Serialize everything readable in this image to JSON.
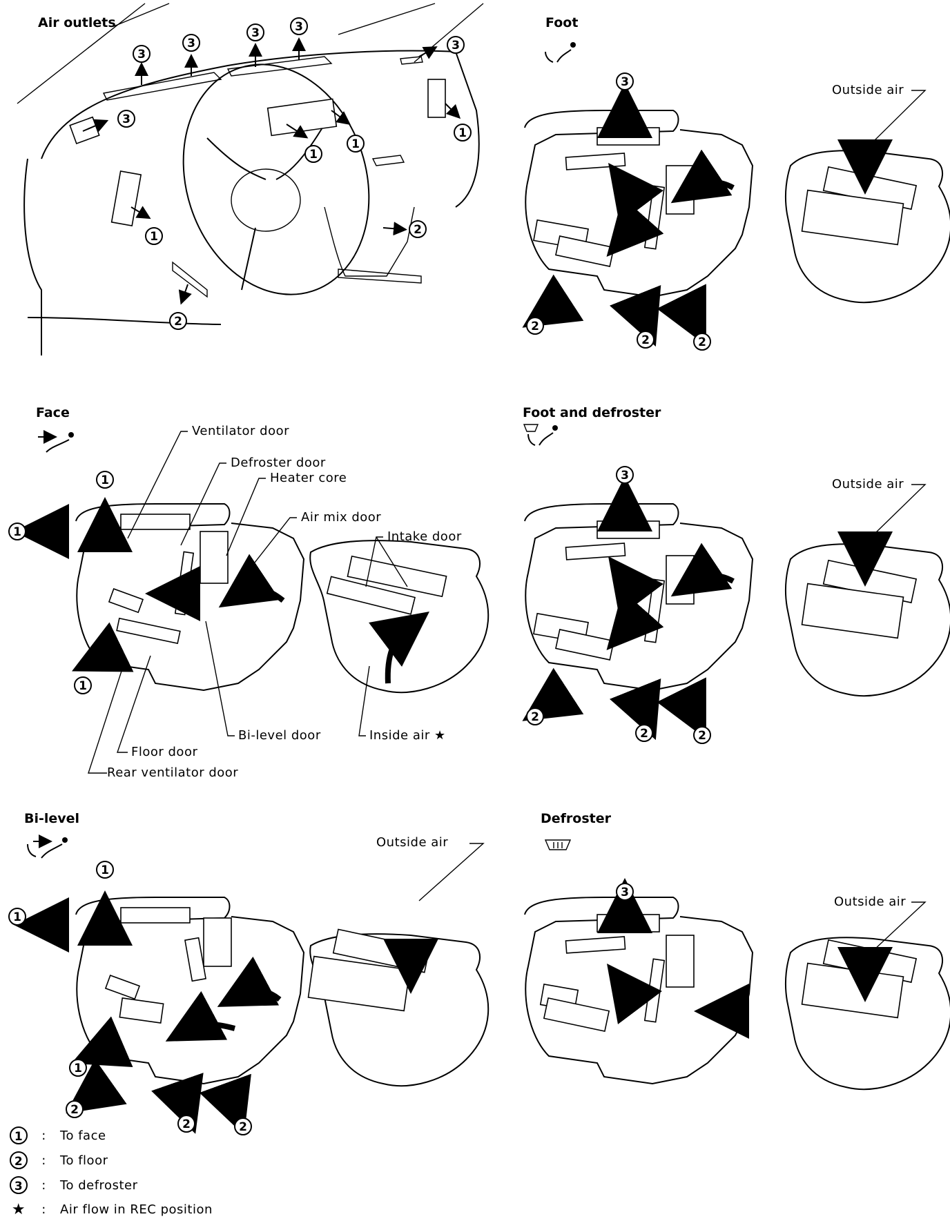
{
  "panels": {
    "air_outlets": {
      "title": "Air outlets"
    },
    "foot": {
      "title": "Foot",
      "outside_air": "Outside air"
    },
    "face": {
      "title": "Face",
      "labels": {
        "ventilator_door": "Ventilator door",
        "defroster_door": "Defroster door",
        "heater_core": "Heater core",
        "air_mix_door": "Air mix door",
        "intake_door": "Intake door",
        "bi_level_door": "Bi-level door",
        "inside_air": "Inside air ★",
        "floor_door": "Floor door",
        "rear_ventilator_door": "Rear ventilator door"
      }
    },
    "foot_and_defroster": {
      "title": "Foot and defroster",
      "outside_air": "Outside air"
    },
    "bi_level": {
      "title": "Bi-level",
      "outside_air": "Outside air"
    },
    "defroster": {
      "title": "Defroster",
      "outside_air": "Outside air"
    }
  },
  "legend": [
    {
      "symbol": "1",
      "text": "To face"
    },
    {
      "symbol": "2",
      "text": "To floor"
    },
    {
      "symbol": "3",
      "text": "To defroster"
    },
    {
      "symbol": "★",
      "text": "Air flow in REC position"
    }
  ],
  "legend_separator": ":",
  "outlet_numbers": {
    "face": "1",
    "floor": "2",
    "defroster": "3"
  },
  "icons": {
    "foot": "foot-mode-icon",
    "face": "face-mode-icon",
    "foot_and_defroster": "foot-defrost-mode-icon",
    "bi_level": "bi-level-mode-icon",
    "defroster": "defrost-mode-icon"
  }
}
